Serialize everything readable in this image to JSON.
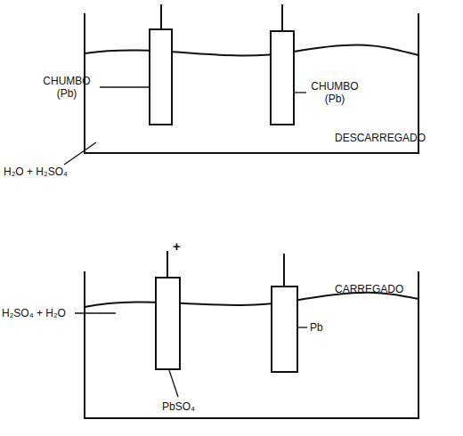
{
  "diagram": {
    "labels": [
      "CHUMBO (Pb)",
      "CHUMBO (Pb)",
      "H₂O + H₂SO₄",
      "DESCARREGADO",
      "+",
      "CARREGADO",
      "H₂SO₄ + H₂O",
      "Pb",
      "PbSO₄"
    ]
  }
}
